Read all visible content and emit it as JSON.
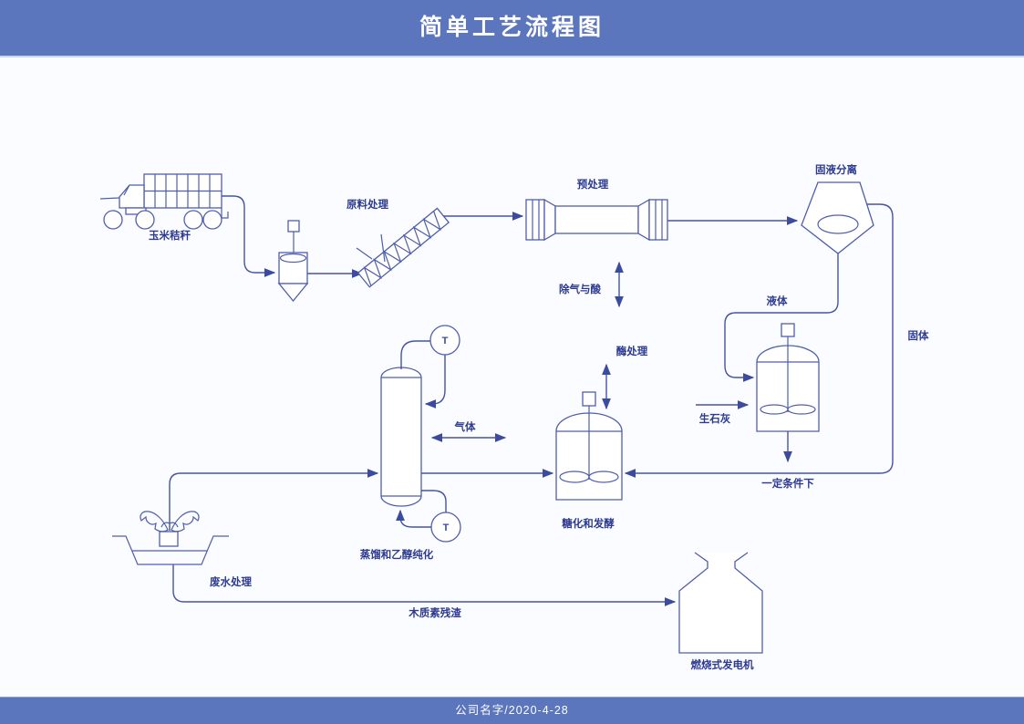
{
  "page": {
    "title": "简单工艺流程图",
    "footer": "公司名字/2020-4-28"
  },
  "colors": {
    "banner": "#5b76bd",
    "line": "#4653a3",
    "label_text": "#2c3a92",
    "canvas": "#fbfcff",
    "banner_text": "#ffffff"
  },
  "diagram": {
    "truck_label": "玉米秸秆",
    "raw_processing_label": "原料处理",
    "pretreatment_label": "预处理",
    "degas_acid_label": "除气与酸",
    "separation_label": "固液分离",
    "liquid_label": "液体",
    "solid_label": "固体",
    "quicklime_label": "生石灰",
    "condition_label": "一定条件下",
    "enzyme_label": "酶处理",
    "fermentation_label": "糖化和发酵",
    "gas_label": "气体",
    "distillation_label": "蒸馏和乙醇纯化",
    "wastewater_label": "废水处理",
    "lignin_label": "木质素残渣",
    "generator_label": "燃烧式发电机",
    "temp_indicator": "T"
  }
}
